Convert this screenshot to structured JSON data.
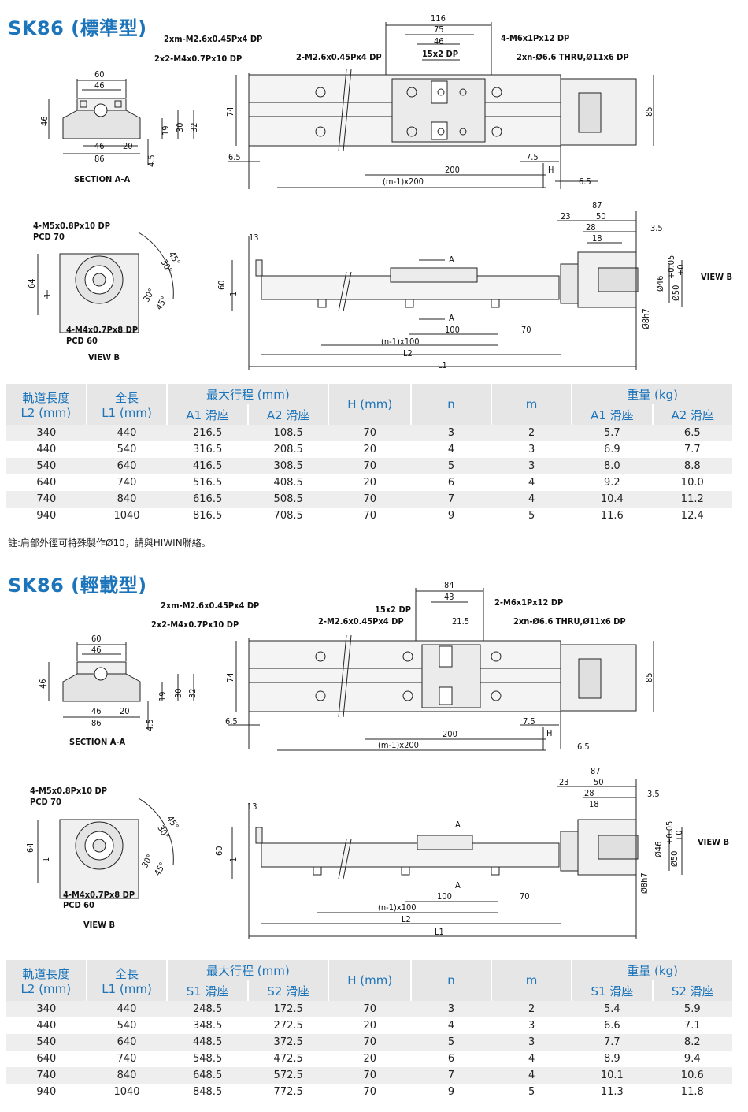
{
  "sections": [
    {
      "title": "SK86 (標準型)",
      "drawing": {
        "top_labels": [
          "2xm-M2.6x0.45Px4 DP",
          "2x2-M4x0.7Px10 DP",
          "2-M2.6x0.45Px4 DP",
          "4-M6x1Px12 DP",
          "2xn-Ø6.6 THRU,Ø11x6 DP"
        ],
        "top_dims": [
          "116",
          "75",
          "46",
          "15x2 DP",
          "74",
          "85",
          "6.5",
          "200",
          "7.5",
          "H",
          "(m-1)x200",
          "6.5"
        ],
        "section_dims": [
          "60",
          "46",
          "46",
          "30",
          "32",
          "19",
          "46",
          "20",
          "86",
          "4.5"
        ],
        "section_label": "SECTION A-A",
        "viewb_labels": [
          "4-M5x0.8Px10 DP",
          "PCD 70",
          "4-M4x0.7Px8 DP",
          "PCD 60"
        ],
        "viewb_dims": [
          "64",
          "1",
          "45°",
          "30°",
          "30°",
          "45°"
        ],
        "viewb_label": "VIEW B",
        "side_dims": [
          "87",
          "23",
          "50",
          "28",
          "18",
          "3.5",
          "13",
          "60",
          "1",
          "Ø46",
          "Ø50",
          "+0.05",
          "+0",
          "Ø8h7",
          "A",
          "A",
          "100",
          "70",
          "(n-1)x100",
          "L2",
          "L1"
        ],
        "side_viewb": "VIEW B"
      },
      "table": {
        "headers": {
          "l2": "軌道長度",
          "l2_unit": "L2 (mm)",
          "l1": "全長",
          "l1_unit": "L1 (mm)",
          "stroke": "最大行程 (mm)",
          "stroke_a": "A1 滑座",
          "stroke_b": "A2 滑座",
          "h": "H (mm)",
          "n": "n",
          "m": "m",
          "weight": "重量 (kg)",
          "weight_a": "A1 滑座",
          "weight_b": "A2 滑座"
        },
        "rows": [
          [
            "340",
            "440",
            "216.5",
            "108.5",
            "70",
            "3",
            "2",
            "5.7",
            "6.5"
          ],
          [
            "440",
            "540",
            "316.5",
            "208.5",
            "20",
            "4",
            "3",
            "6.9",
            "7.7"
          ],
          [
            "540",
            "640",
            "416.5",
            "308.5",
            "70",
            "5",
            "3",
            "8.0",
            "8.8"
          ],
          [
            "640",
            "740",
            "516.5",
            "408.5",
            "20",
            "6",
            "4",
            "9.2",
            "10.0"
          ],
          [
            "740",
            "840",
            "616.5",
            "508.5",
            "70",
            "7",
            "4",
            "10.4",
            "11.2"
          ],
          [
            "940",
            "1040",
            "816.5",
            "708.5",
            "70",
            "9",
            "5",
            "11.6",
            "12.4"
          ]
        ]
      },
      "note": "註:肩部外徑可特殊製作Ø10，請與HIWIN聯絡。"
    },
    {
      "title": "SK86 (輕載型)",
      "drawing": {
        "top_labels": [
          "2xm-M2.6x0.45Px4 DP",
          "2x2-M4x0.7Px10 DP",
          "15x2 DP",
          "2-M2.6x0.45Px4 DP",
          "2-M6x1Px12 DP",
          "2xn-Ø6.6 THRU,Ø11x6 DP"
        ],
        "top_dims": [
          "84",
          "43",
          "21.5",
          "74",
          "85",
          "6.5",
          "200",
          "7.5",
          "H",
          "(m-1)x200",
          "6.5"
        ],
        "section_dims": [
          "60",
          "46",
          "46",
          "19",
          "30",
          "32",
          "46",
          "20",
          "86",
          "4.5"
        ],
        "section_label": "SECTION A-A",
        "viewb_labels": [
          "4-M5x0.8Px10 DP",
          "PCD 70",
          "4-M4x0.7Px8 DP",
          "PCD 60"
        ],
        "viewb_dims": [
          "64",
          "1",
          "45°",
          "30°",
          "30°",
          "45°"
        ],
        "viewb_label": "VIEW B",
        "side_dims": [
          "87",
          "23",
          "50",
          "28",
          "18",
          "3.5",
          "13",
          "60",
          "1",
          "Ø46",
          "Ø50",
          "+0.05",
          "+0",
          "Ø8h7",
          "A",
          "A",
          "100",
          "70",
          "(n-1)x100",
          "L2",
          "L1"
        ],
        "side_viewb": "VIEW B"
      },
      "table": {
        "headers": {
          "l2": "軌道長度",
          "l2_unit": "L2 (mm)",
          "l1": "全長",
          "l1_unit": "L1 (mm)",
          "stroke": "最大行程 (mm)",
          "stroke_a": "S1 滑座",
          "stroke_b": "S2 滑座",
          "h": "H (mm)",
          "n": "n",
          "m": "m",
          "weight": "重量 (kg)",
          "weight_a": "S1 滑座",
          "weight_b": "S2 滑座"
        },
        "rows": [
          [
            "340",
            "440",
            "248.5",
            "172.5",
            "70",
            "3",
            "2",
            "5.4",
            "5.9"
          ],
          [
            "440",
            "540",
            "348.5",
            "272.5",
            "20",
            "4",
            "3",
            "6.6",
            "7.1"
          ],
          [
            "540",
            "640",
            "448.5",
            "372.5",
            "70",
            "5",
            "3",
            "7.7",
            "8.2"
          ],
          [
            "640",
            "740",
            "548.5",
            "472.5",
            "20",
            "6",
            "4",
            "8.9",
            "9.4"
          ],
          [
            "740",
            "840",
            "648.5",
            "572.5",
            "70",
            "7",
            "4",
            "10.1",
            "10.6"
          ],
          [
            "940",
            "1040",
            "848.5",
            "772.5",
            "70",
            "9",
            "5",
            "11.3",
            "11.8"
          ]
        ]
      }
    }
  ]
}
